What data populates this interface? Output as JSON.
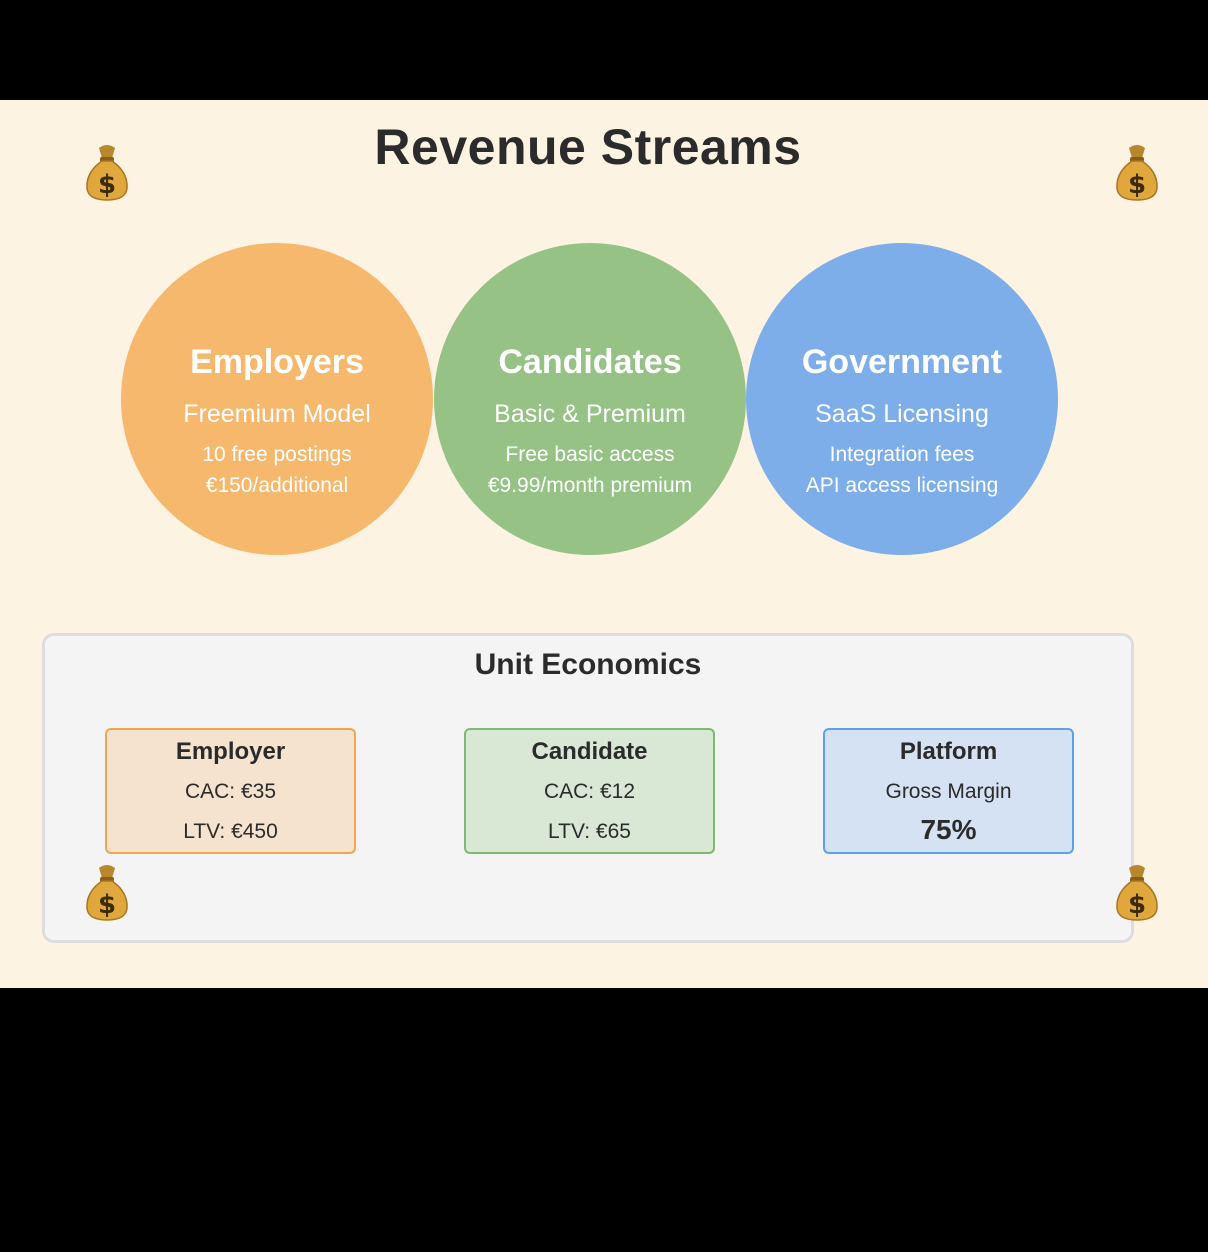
{
  "title": "Revenue Streams",
  "icons": {
    "decor": "money-bag-icon"
  },
  "streams": [
    {
      "name": "Employers",
      "model": "Freemium Model",
      "lines": [
        "10 free postings",
        "€150/additional"
      ],
      "color": "#f5b86c"
    },
    {
      "name": "Candidates",
      "model": "Basic & Premium",
      "lines": [
        "Free basic access",
        "€9.99/month premium"
      ],
      "color": "#96c286"
    },
    {
      "name": "Government",
      "model": "SaaS Licensing",
      "lines": [
        "Integration fees",
        "API access licensing"
      ],
      "color": "#7eaee9"
    }
  ],
  "unit_economics": {
    "title": "Unit Economics",
    "cards": [
      {
        "title": "Employer",
        "line1": "CAC: €35",
        "line2": "LTV: €450",
        "fill": "#f5e3cf",
        "border": "#f0a650"
      },
      {
        "title": "Candidate",
        "line1": "CAC: €12",
        "line2": "LTV: €65",
        "fill": "#d9e7d5",
        "border": "#7fb96f"
      },
      {
        "title": "Platform",
        "line1": "Gross Margin",
        "value": "75%",
        "fill": "#d5e2f3",
        "border": "#5fa0e6"
      }
    ]
  }
}
